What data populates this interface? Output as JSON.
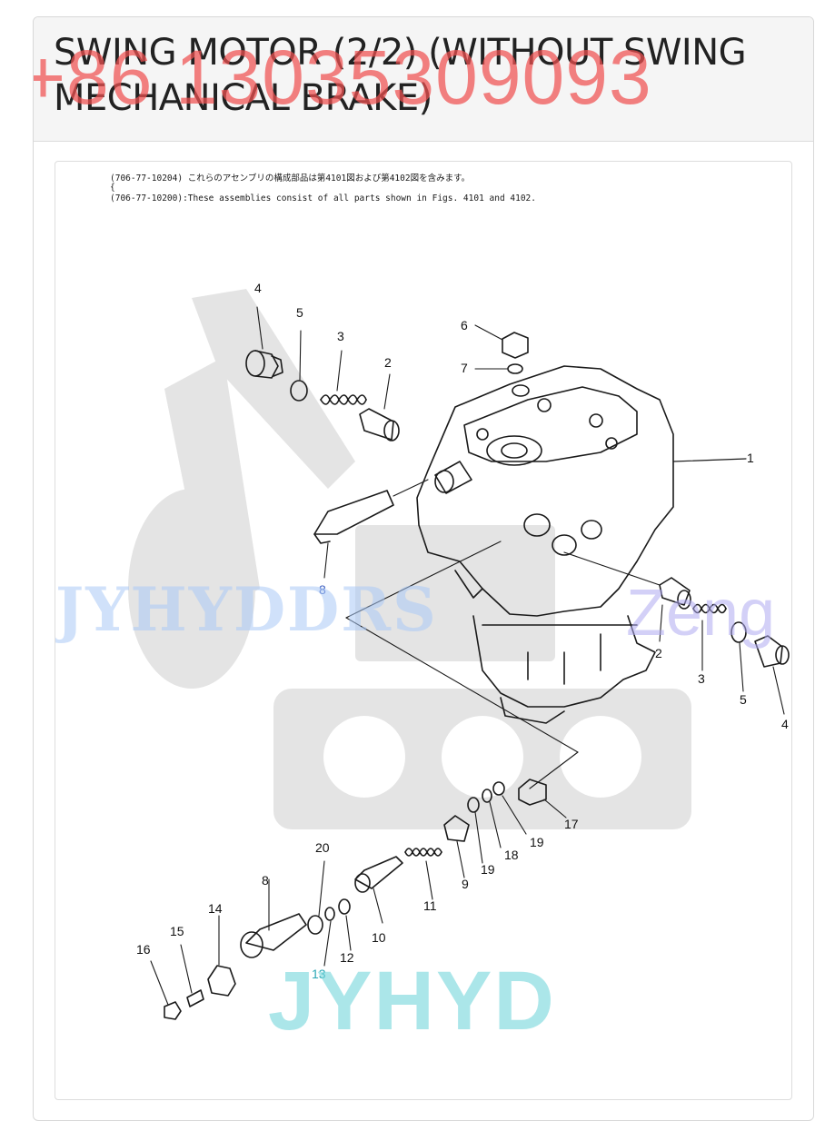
{
  "page": {
    "title": "SWING MOTOR (2/2) (WITHOUT SWING MECHANICAL BRAKE)",
    "phone_watermark": "+86 13035309093"
  },
  "figure": {
    "note_line1": "(706-77-10204)  これらのアセンブリの構成部品は第4101図および第4102図を含みます。",
    "note_line2": "      {",
    "note_line3": "(706-77-10200):These assemblies consist of all parts shown in Figs. 4101 and 4102.",
    "watermarks": {
      "brand_left": "JYHYDDRS",
      "brand_right": "Zeng",
      "brand_bottom": "JYHYD"
    },
    "callouts": [
      "4",
      "5",
      "3",
      "2",
      "6",
      "7",
      "1",
      "8",
      "2",
      "3",
      "5",
      "4",
      "17",
      "19",
      "18",
      "19",
      "9",
      "11",
      "10",
      "12",
      "13",
      "20",
      "8",
      "14",
      "15",
      "16"
    ]
  },
  "colors": {
    "silhouette": "#e2e2e2",
    "line": "#1a1a1a",
    "phone_watermark": "#f05050",
    "teal_watermark": "#78d7dc"
  }
}
